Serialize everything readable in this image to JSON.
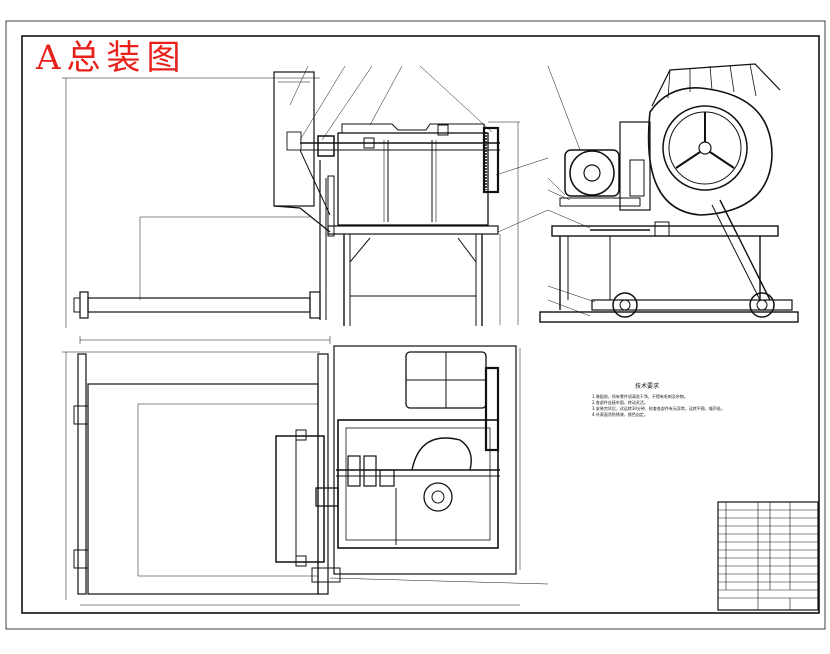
{
  "title": "A总装图",
  "notes": {
    "heading": "技术要求",
    "lines": [
      "1.装配前，所有零件须清洗干净，不得有毛刺及杂物。",
      "2.各部件连接牢固，转动灵活。",
      "3.安装完毕后，试运转30分钟，检查各部件有无异常，运转平稳，噪声低。",
      "4.外表面涂防锈漆，颜色自定。"
    ]
  },
  "colors": {
    "stamp": "#e8201a",
    "line": "#111111",
    "paper": "#ffffff"
  }
}
